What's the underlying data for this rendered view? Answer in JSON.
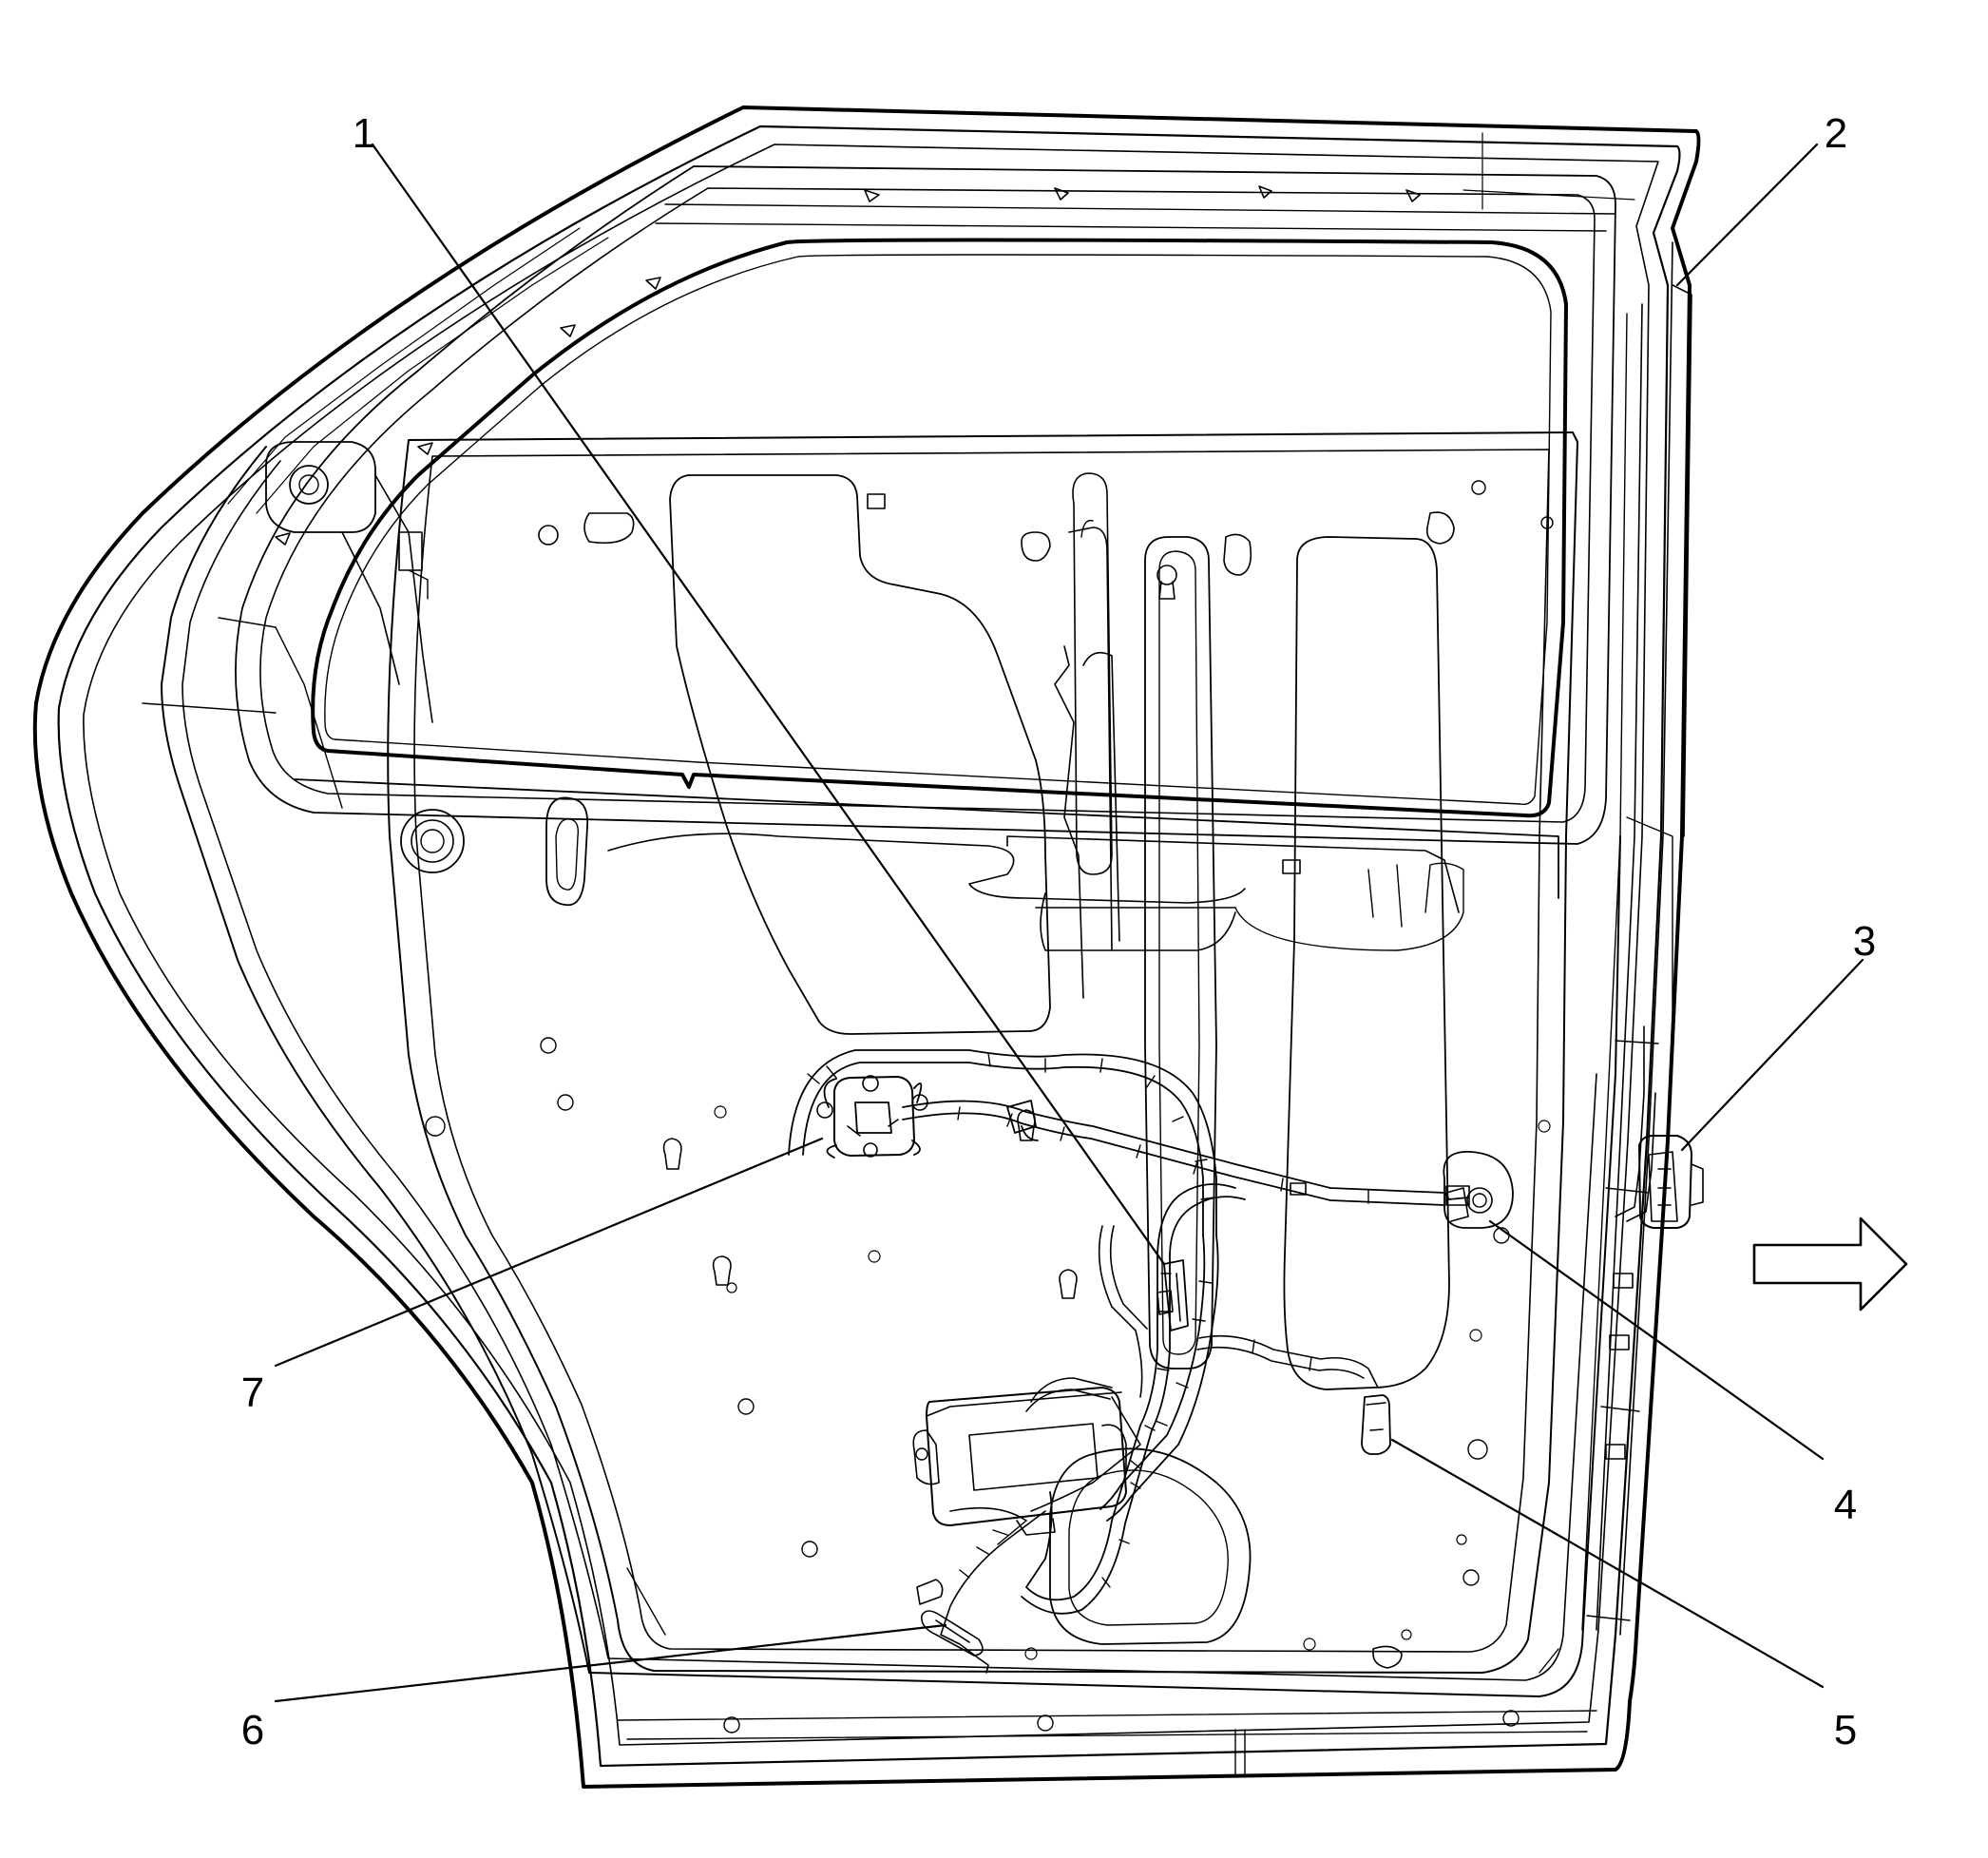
{
  "diagram": {
    "callouts": [
      {
        "id": "1",
        "label": "1"
      },
      {
        "id": "2",
        "label": "2"
      },
      {
        "id": "3",
        "label": "3"
      },
      {
        "id": "4",
        "label": "4"
      },
      {
        "id": "5",
        "label": "5"
      },
      {
        "id": "6",
        "label": "6"
      },
      {
        "id": "7",
        "label": "7"
      }
    ],
    "direction_arrow": "forward-arrow-icon"
  },
  "colors": {
    "ink": "#000000",
    "background": "#ffffff"
  }
}
